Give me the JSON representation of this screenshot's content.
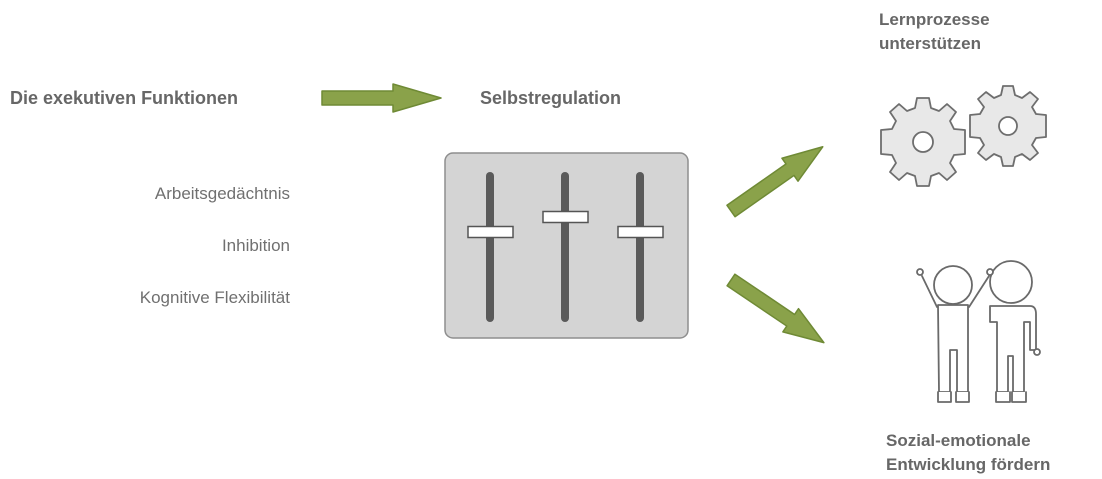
{
  "left": {
    "heading": "Die exekutiven Funktionen",
    "functions": [
      "Arbeitsgedächtnis",
      "Inhibition",
      "Kognitive Flexibilität"
    ]
  },
  "center": {
    "heading": "Selbstregulation",
    "slider_levels": [
      0.4,
      0.3,
      0.4
    ]
  },
  "outcomes": {
    "top": [
      "Lernprozesse",
      "unterstützen"
    ],
    "bottom": [
      "Sozial-emotionale",
      "Entwicklung fördern"
    ]
  },
  "colors": {
    "arrow": "#8aa24a",
    "arrow_stroke": "#6f8a35",
    "panel": "#d4d4d4",
    "panel_stroke": "#8e8e8e",
    "text": "#666666"
  },
  "icons": {
    "gears": "gears-icon",
    "people": "people-icon"
  }
}
